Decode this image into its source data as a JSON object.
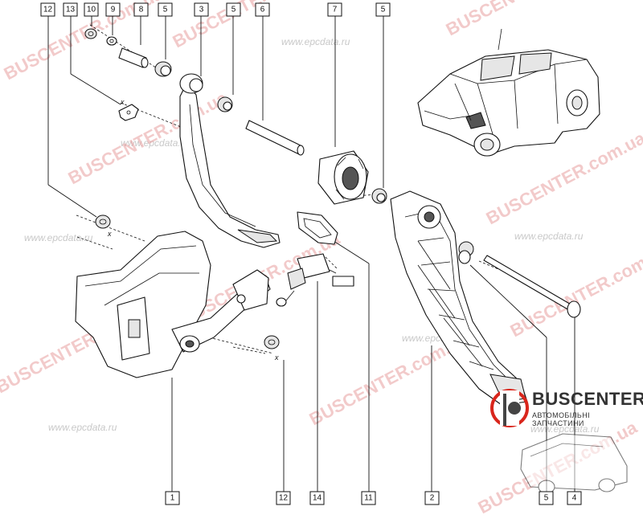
{
  "callouts": [
    {
      "id": "c12a",
      "label": "12"
    },
    {
      "id": "c13",
      "label": "13"
    },
    {
      "id": "c10",
      "label": "10"
    },
    {
      "id": "c9",
      "label": "9"
    },
    {
      "id": "c8",
      "label": "8"
    },
    {
      "id": "c5a",
      "label": "5"
    },
    {
      "id": "c3",
      "label": "3"
    },
    {
      "id": "c5b",
      "label": "5"
    },
    {
      "id": "c6",
      "label": "6"
    },
    {
      "id": "c7",
      "label": "7"
    },
    {
      "id": "c5c",
      "label": "5"
    },
    {
      "id": "c1",
      "label": "1"
    },
    {
      "id": "c12b",
      "label": "12"
    },
    {
      "id": "c14",
      "label": "14"
    },
    {
      "id": "c11",
      "label": "11"
    },
    {
      "id": "c2",
      "label": "2"
    },
    {
      "id": "c5d",
      "label": "5"
    },
    {
      "id": "c4",
      "label": "4"
    }
  ],
  "x_marks": [
    "x",
    "x",
    "x"
  ],
  "watermarks": {
    "red": "BUSCENTER.com.ua",
    "grey": "www.epcdata.ru"
  },
  "logo": {
    "brand": "BUSCENTER",
    "subtitle": "АВТОМОБІЛЬНІ ЗАПЧАСТИНИ",
    "accent": "#d9261c"
  }
}
